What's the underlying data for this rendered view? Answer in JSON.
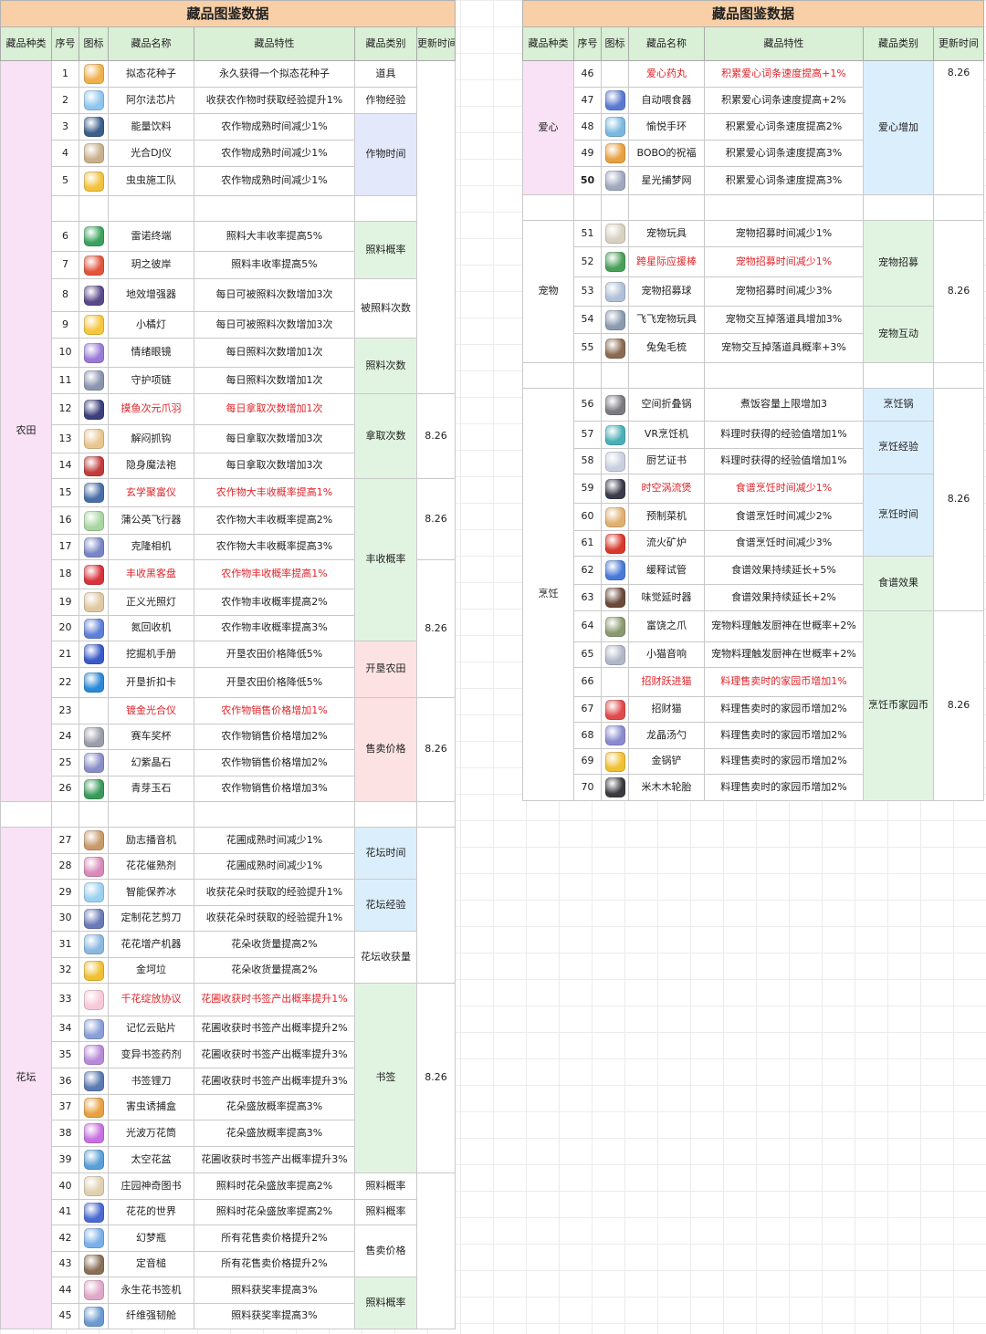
{
  "left": {
    "title": "藏品图鉴数据",
    "headers": [
      "藏品种类",
      "序号",
      "图标",
      "藏品名称",
      "藏品特性",
      "藏品类别",
      "更新时间"
    ],
    "groups": [
      {
        "species": "农田",
        "color": "#f9e2f5"
      },
      {
        "species": "花坛",
        "color": "#f9e2f5"
      }
    ],
    "items": [
      {
        "no": "1",
        "name": "拟态花种子",
        "trait": "永久获得一个拟态花种子",
        "icon": "seed-pack-icon",
        "c": "#f0b04a"
      },
      {
        "no": "2",
        "name": "阿尔法芯片",
        "trait": "收获农作物时获取经验提升1%",
        "icon": "chip-icon",
        "c": "#8fc6ef"
      },
      {
        "no": "3",
        "name": "能量饮料",
        "trait": "农作物成熟时间减少1%",
        "icon": "energy-drink-icon",
        "c": "#3b5e8a"
      },
      {
        "no": "4",
        "name": "光合DJ仪",
        "trait": "农作物成熟时间减少1%",
        "icon": "dj-device-icon",
        "c": "#c8b08a"
      },
      {
        "no": "5",
        "name": "虫虫施工队",
        "trait": "农作物成熟时间减少1%",
        "icon": "bee-icon",
        "c": "#f2c23a"
      },
      {
        "no": "6",
        "name": "雷诺终端",
        "trait": "照料大丰收率提高5%",
        "icon": "terminal-icon",
        "c": "#3ba35e"
      },
      {
        "no": "7",
        "name": "玥之彼岸",
        "trait": "照料丰收率提高5%",
        "icon": "flower-icon",
        "c": "#e2543c"
      },
      {
        "no": "8",
        "name": "地效增强器",
        "trait": "每日可被照料次数增加3次",
        "icon": "router-icon",
        "c": "#5a4a8a"
      },
      {
        "no": "9",
        "name": "小橘灯",
        "trait": "每日可被照料次数增加3次",
        "icon": "lamp-icon",
        "c": "#f6c63b"
      },
      {
        "no": "10",
        "name": "情绪眼镜",
        "trait": "每日照料次数增加1次",
        "icon": "glasses-icon",
        "c": "#9a7ad8"
      },
      {
        "no": "11",
        "name": "守护项链",
        "trait": "每日照料次数增加1次",
        "icon": "necklace-icon",
        "c": "#8b95b0"
      },
      {
        "no": "12",
        "name": "摸鱼次元爪羽",
        "trait": "每日拿取次数增加1次",
        "icon": "feather-icon",
        "c": "#3b3f7a",
        "red": true
      },
      {
        "no": "13",
        "name": "解闷抓钩",
        "trait": "每日拿取次数增加3次",
        "icon": "hook-icon",
        "c": "#e8c690"
      },
      {
        "no": "14",
        "name": "隐身魔法袍",
        "trait": "每日拿取次数增加3次",
        "icon": "robe-icon",
        "c": "#c23b3b"
      },
      {
        "no": "15",
        "name": "玄学聚富仪",
        "trait": "农作物大丰收概率提高1%",
        "icon": "compass-icon",
        "c": "#4a6ea8",
        "red": true
      },
      {
        "no": "16",
        "name": "蒲公英飞行器",
        "trait": "农作物大丰收概率提高2%",
        "icon": "dandelion-icon",
        "c": "#a8d6a0"
      },
      {
        "no": "17",
        "name": "克隆相机",
        "trait": "农作物大丰收概率提高3%",
        "icon": "camera-icon",
        "c": "#7a86c8"
      },
      {
        "no": "18",
        "name": "丰收黑客盘",
        "trait": "农作物丰收概率提高1%",
        "icon": "disk-icon",
        "c": "#d8323b",
        "red": true
      },
      {
        "no": "19",
        "name": "正义光照灯",
        "trait": "农作物丰收概率提高2%",
        "icon": "light-icon",
        "c": "#e0c8a0"
      },
      {
        "no": "20",
        "name": "氮回收机",
        "trait": "农作物丰收概率提高3%",
        "icon": "recycler-icon",
        "c": "#5e7fd8"
      },
      {
        "no": "21",
        "name": "挖掘机手册",
        "trait": "开垦农田价格降低5%",
        "icon": "manual-icon",
        "c": "#3a5ac8"
      },
      {
        "no": "22",
        "name": "开垦折扣卡",
        "trait": "开垦农田价格降低5%",
        "icon": "card-icon",
        "c": "#2a8ad8"
      },
      {
        "no": "23",
        "name": "镀金光合仪",
        "trait": "农作物销售价格增加1%",
        "icon": "",
        "c": "",
        "red": true
      },
      {
        "no": "24",
        "name": "赛车奖杯",
        "trait": "农作物销售价格增加2%",
        "icon": "trophy-icon",
        "c": "#9a9ea8"
      },
      {
        "no": "25",
        "name": "幻紫晶石",
        "trait": "农作物销售价格增加2%",
        "icon": "crystal-icon",
        "c": "#8a8ec8"
      },
      {
        "no": "26",
        "name": "青芽玉石",
        "trait": "农作物销售价格增加3%",
        "icon": "jade-icon",
        "c": "#3a9a5a"
      },
      {
        "no": "27",
        "name": "励志播音机",
        "trait": "花圃成熟时间减少1%",
        "icon": "radio-icon",
        "c": "#c89a6a"
      },
      {
        "no": "28",
        "name": "花花催熟剂",
        "trait": "花圃成熟时间减少1%",
        "icon": "syringe-icon",
        "c": "#d88ab8"
      },
      {
        "no": "29",
        "name": "智能保养冰",
        "trait": "收获花朵时获取的经验提升1%",
        "icon": "ice-icon",
        "c": "#9ad0f0"
      },
      {
        "no": "30",
        "name": "定制花艺剪刀",
        "trait": "收获花朵时获取的经验提升1%",
        "icon": "scissors-icon",
        "c": "#6a7ab8"
      },
      {
        "no": "31",
        "name": "花花增产机器",
        "trait": "花朵收货量提高2%",
        "icon": "machine-icon",
        "c": "#8ab8e0"
      },
      {
        "no": "32",
        "name": "金坷垃",
        "trait": "花朵收货量提高2%",
        "icon": "fertilizer-icon",
        "c": "#f0c030"
      },
      {
        "no": "33",
        "name": "千花绽放协议",
        "trait": "花圃收获时书签产出概率提升1%",
        "icon": "blossom-icon",
        "c": "#f8c8d8",
        "red": true
      },
      {
        "no": "34",
        "name": "记忆云贴片",
        "trait": "花圃收获时书签产出概率提升2%",
        "icon": "patch-icon",
        "c": "#8a9ed8"
      },
      {
        "no": "35",
        "name": "变异书签药剂",
        "trait": "花圃收获时书签产出概率提升3%",
        "icon": "potion-icon",
        "c": "#b88ad8"
      },
      {
        "no": "36",
        "name": "书签锂刀",
        "trait": "花圃收获时书签产出概率提升3%",
        "icon": "knife-icon",
        "c": "#5a7ab0"
      },
      {
        "no": "37",
        "name": "害虫诱捕盒",
        "trait": "花朵盛放概率提高3%",
        "icon": "trap-box-icon",
        "c": "#e8a040"
      },
      {
        "no": "38",
        "name": "光波万花筒",
        "trait": "花朵盛放概率提高3%",
        "icon": "kaleidoscope-icon",
        "c": "#c870e0"
      },
      {
        "no": "39",
        "name": "太空花盆",
        "trait": "花圃收获时书签产出概率提升3%",
        "icon": "pot-icon",
        "c": "#5aa0d8"
      },
      {
        "no": "40",
        "name": "庄园神奇图书",
        "trait": "照料时花朵盛放率提高2%",
        "icon": "book-icon",
        "c": "#e0d0b0"
      },
      {
        "no": "41",
        "name": "花花的世界",
        "trait": "照料时花朵盛放率提高2%",
        "icon": "globe-icon",
        "c": "#4a6ad0"
      },
      {
        "no": "42",
        "name": "幻梦瓶",
        "trait": "所有花售卖价格提升2%",
        "icon": "bottle-icon",
        "c": "#7ab0e8"
      },
      {
        "no": "43",
        "name": "定音槌",
        "trait": "所有花售卖价格提升2%",
        "icon": "gavel-icon",
        "c": "#8a7058"
      },
      {
        "no": "44",
        "name": "永生花书签机",
        "trait": "照料获奖率提高3%",
        "icon": "bookmark-machine-icon",
        "c": "#e0a8c8"
      },
      {
        "no": "45",
        "name": "纤维强韧舱",
        "trait": "照料获奖率提高3%",
        "icon": "capsule-icon",
        "c": "#6a9ad0"
      }
    ],
    "categories": [
      {
        "label": "道具",
        "color": "#ffffff"
      },
      {
        "label": "作物经验",
        "color": "#ffffff"
      },
      {
        "label": "作物时间",
        "color": "#e3e8fb"
      },
      {
        "label": "照料概率",
        "color": "#e1f4e1"
      },
      {
        "label": "被照料次数",
        "color": "#ffffff"
      },
      {
        "label": "照料次数",
        "color": "#e1f4e1"
      },
      {
        "label": "拿取次数",
        "color": "#e1f4e1"
      },
      {
        "label": "丰收概率",
        "color": "#e1f4e1"
      },
      {
        "label": "开垦农田",
        "color": "#fce2e2"
      },
      {
        "label": "售卖价格",
        "color": "#fce2e2"
      },
      {
        "label": "花坛时间",
        "color": "#dbeefc"
      },
      {
        "label": "花坛经验",
        "color": "#dbeefc"
      },
      {
        "label": "花坛收获量",
        "color": "#ffffff"
      },
      {
        "label": "书签",
        "color": "#e1f4e1"
      },
      {
        "label": "照料概率",
        "color": "#ffffff"
      },
      {
        "label": "照料概率",
        "color": "#ffffff"
      },
      {
        "label": "售卖价格",
        "color": "#ffffff"
      },
      {
        "label": "照料概率",
        "color": "#e1f4e1"
      }
    ],
    "update_time": "8.26"
  },
  "right": {
    "title": "藏品图鉴数据",
    "headers": [
      "藏品种类",
      "序号",
      "图标",
      "藏品名称",
      "藏品特性",
      "藏品类别",
      "更新时间"
    ],
    "groups": [
      {
        "species": "爱心",
        "color": "#f9e2f5"
      },
      {
        "species": "宠物",
        "color": "#ffffff"
      },
      {
        "species": "烹饪",
        "color": "#ffffff"
      }
    ],
    "items": [
      {
        "no": "46",
        "name": "爱心药丸",
        "trait": "积累爱心词条速度提高+1%",
        "icon": "",
        "c": "",
        "red": true
      },
      {
        "no": "47",
        "name": "自动喂食器",
        "trait": "积累爱心词条速度提高+2%",
        "icon": "feeder-icon",
        "c": "#5a7ad0"
      },
      {
        "no": "48",
        "name": "愉悦手环",
        "trait": "积累爱心词条速度提高2%",
        "icon": "bracelet-icon",
        "c": "#7ab8e0"
      },
      {
        "no": "49",
        "name": "BOBO的祝福",
        "trait": "积累爱心词条速度提高3%",
        "icon": "blessing-icon",
        "c": "#e8a040"
      },
      {
        "no": "50",
        "name": "星光捕梦网",
        "trait": "积累爱心词条速度提高3%",
        "icon": "dreamcatcher-icon",
        "c": "#a0a8c0",
        "bold": true
      },
      {
        "no": "51",
        "name": "宠物玩具",
        "trait": "宠物招募时间减少1%",
        "icon": "toy-icon",
        "c": "#d8d0c0"
      },
      {
        "no": "52",
        "name": "跨星际应援棒",
        "trait": "宠物招募时间减少1%",
        "icon": "wand-icon",
        "c": "#4aa05a",
        "red": true
      },
      {
        "no": "53",
        "name": "宠物招募球",
        "trait": "宠物招募时间减少3%",
        "icon": "ball-icon",
        "c": "#b0c0d8"
      },
      {
        "no": "54",
        "name": "飞飞宠物玩具",
        "trait": "宠物交互掉落道具增加3%",
        "icon": "plane-toy-icon",
        "c": "#8a9ab0"
      },
      {
        "no": "55",
        "name": "兔兔毛梳",
        "trait": "宠物交互掉落道具概率+3%",
        "icon": "comb-icon",
        "c": "#8a6a50"
      },
      {
        "no": "56",
        "name": "空间折叠锅",
        "trait": "煮饭容量上限增加3",
        "icon": "pan-icon",
        "c": "#7a7a80"
      },
      {
        "no": "57",
        "name": "VR烹饪机",
        "trait": "料理时获得的经验值增加1%",
        "icon": "vr-icon",
        "c": "#4ab0b8"
      },
      {
        "no": "58",
        "name": "厨艺证书",
        "trait": "料理时获得的经验值增加1%",
        "icon": "certificate-icon",
        "c": "#c8d0e0"
      },
      {
        "no": "59",
        "name": "时空涡流煲",
        "trait": "食谱烹饪时间减少1%",
        "icon": "pot-vortex-icon",
        "c": "#3a3a4a",
        "red": true
      },
      {
        "no": "60",
        "name": "预制菜机",
        "trait": "食谱烹饪时间减少2%",
        "icon": "box-icon",
        "c": "#e0b070"
      },
      {
        "no": "61",
        "name": "流火矿炉",
        "trait": "食谱烹饪时间减少3%",
        "icon": "furnace-icon",
        "c": "#d83a2a"
      },
      {
        "no": "62",
        "name": "缓释试管",
        "trait": "食谱效果持续延长+5%",
        "icon": "test-tube-icon",
        "c": "#4a7ad8"
      },
      {
        "no": "63",
        "name": "味觉延时器",
        "trait": "食谱效果持续延长+2%",
        "icon": "timer-icon",
        "c": "#6a4a3a"
      },
      {
        "no": "64",
        "name": "富饶之爪",
        "trait": "宠物料理触发厨神在世概率+2%",
        "icon": "claw-icon",
        "c": "#8a9a70"
      },
      {
        "no": "65",
        "name": "小猫音响",
        "trait": "宠物料理触发厨神在世概率+2%",
        "icon": "cat-speaker-icon",
        "c": "#b0b8c8"
      },
      {
        "no": "66",
        "name": "招财跃进猫",
        "trait": "料理售卖时的家园币增加1%",
        "icon": "",
        "c": "",
        "red": true
      },
      {
        "no": "67",
        "name": "招财猫",
        "trait": "料理售卖时的家园币增加2%",
        "icon": "lucky-cat-icon",
        "c": "#e04a4a"
      },
      {
        "no": "68",
        "name": "龙晶汤勺",
        "trait": "料理售卖时的家园币增加2%",
        "icon": "ladle-icon",
        "c": "#8a8ad0"
      },
      {
        "no": "69",
        "name": "金锅铲",
        "trait": "料理售卖时的家园币增加2%",
        "icon": "spatula-icon",
        "c": "#f0c030"
      },
      {
        "no": "70",
        "name": "米木木轮胎",
        "trait": "料理售卖时的家园币增加2%",
        "icon": "tire-icon",
        "c": "#3a3a40"
      }
    ],
    "categories": [
      {
        "label": "爱心增加",
        "color": "#dbeefc"
      },
      {
        "label": "宠物招募",
        "color": "#e1f4e1"
      },
      {
        "label": "宠物互动",
        "color": "#e1f4e1"
      },
      {
        "label": "烹饪锅",
        "color": "#dbeefc"
      },
      {
        "label": "烹饪经验",
        "color": "#dbeefc"
      },
      {
        "label": "烹饪时间",
        "color": "#dbeefc"
      },
      {
        "label": "食谱效果",
        "color": "#e1f4e1"
      },
      {
        "label": "烹饪币家园币",
        "color": "#e1f4e1"
      }
    ],
    "update_time": "8.26"
  }
}
